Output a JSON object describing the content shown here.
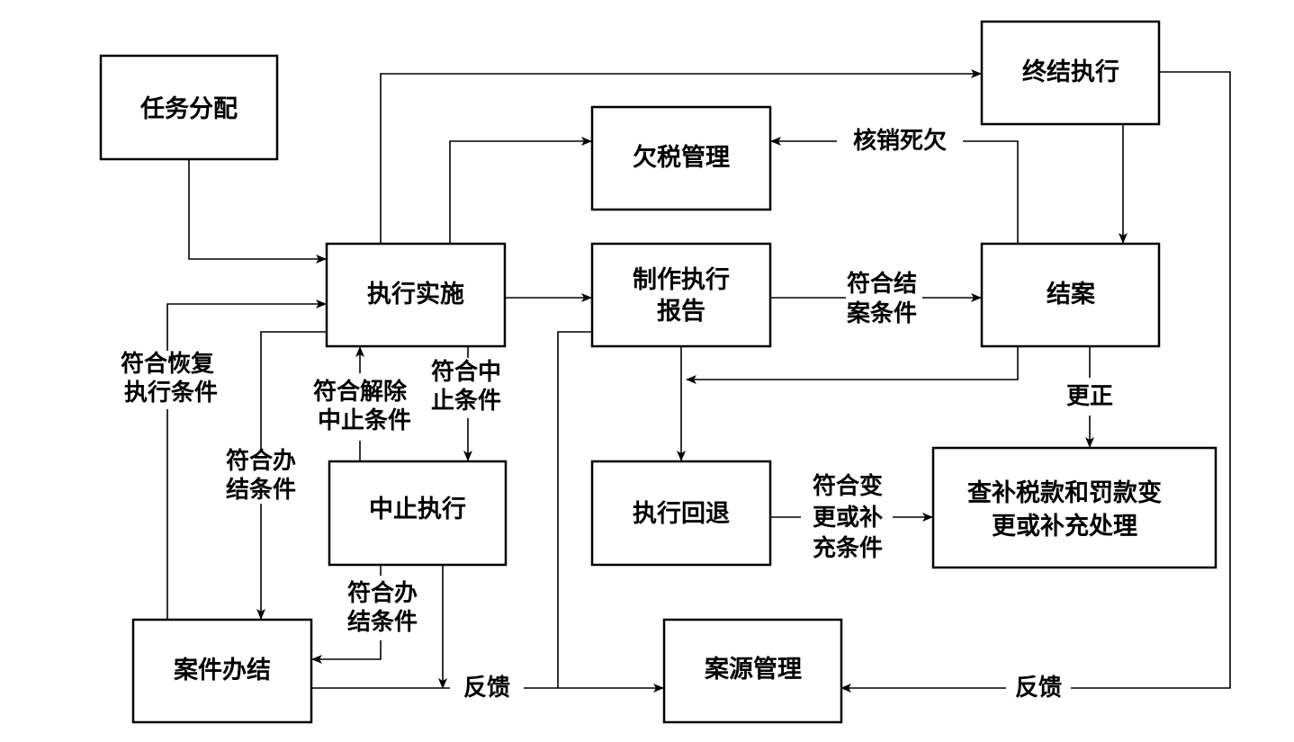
{
  "nodes": {
    "renwu_fenpei": [
      "任务分配"
    ],
    "zhixing_shishi": [
      "执行实施"
    ],
    "qianshui_guanli": [
      "欠税管理"
    ],
    "zhongjie_zhixing": [
      "终结执行"
    ],
    "zhizuo_baogao": [
      "制作执行",
      "报告"
    ],
    "jiean": [
      "结案"
    ],
    "zhongzhi_zhixing": [
      "中止执行"
    ],
    "zhixing_huitui": [
      "执行回退"
    ],
    "chabu_chuli": [
      "查补税款和罚款变",
      "更或补充处理"
    ],
    "anjian_banjie": [
      "案件办结"
    ],
    "anyuan_guanli": [
      "案源管理"
    ]
  },
  "labels": {
    "hexiao_siqian": [
      "核销死欠"
    ],
    "fuhe_jiean": [
      "符合结",
      "案条件"
    ],
    "fuhe_huifu": [
      "符合恢复",
      "执行条件"
    ],
    "fuhe_jiechu": [
      "符合解除",
      "中止条件"
    ],
    "fuhe_zhongzhi": [
      "符合中",
      "止条件"
    ],
    "fuhe_banjie_1": [
      "符合办",
      "结条件"
    ],
    "gengzheng": [
      "更正"
    ],
    "fuhe_biangeng": [
      "符合变",
      "更或补",
      "充条件"
    ],
    "fuhe_banjie_2": [
      "符合办",
      "结条件"
    ],
    "fankui_1": [
      "反馈"
    ],
    "fankui_2": [
      "反馈"
    ]
  }
}
